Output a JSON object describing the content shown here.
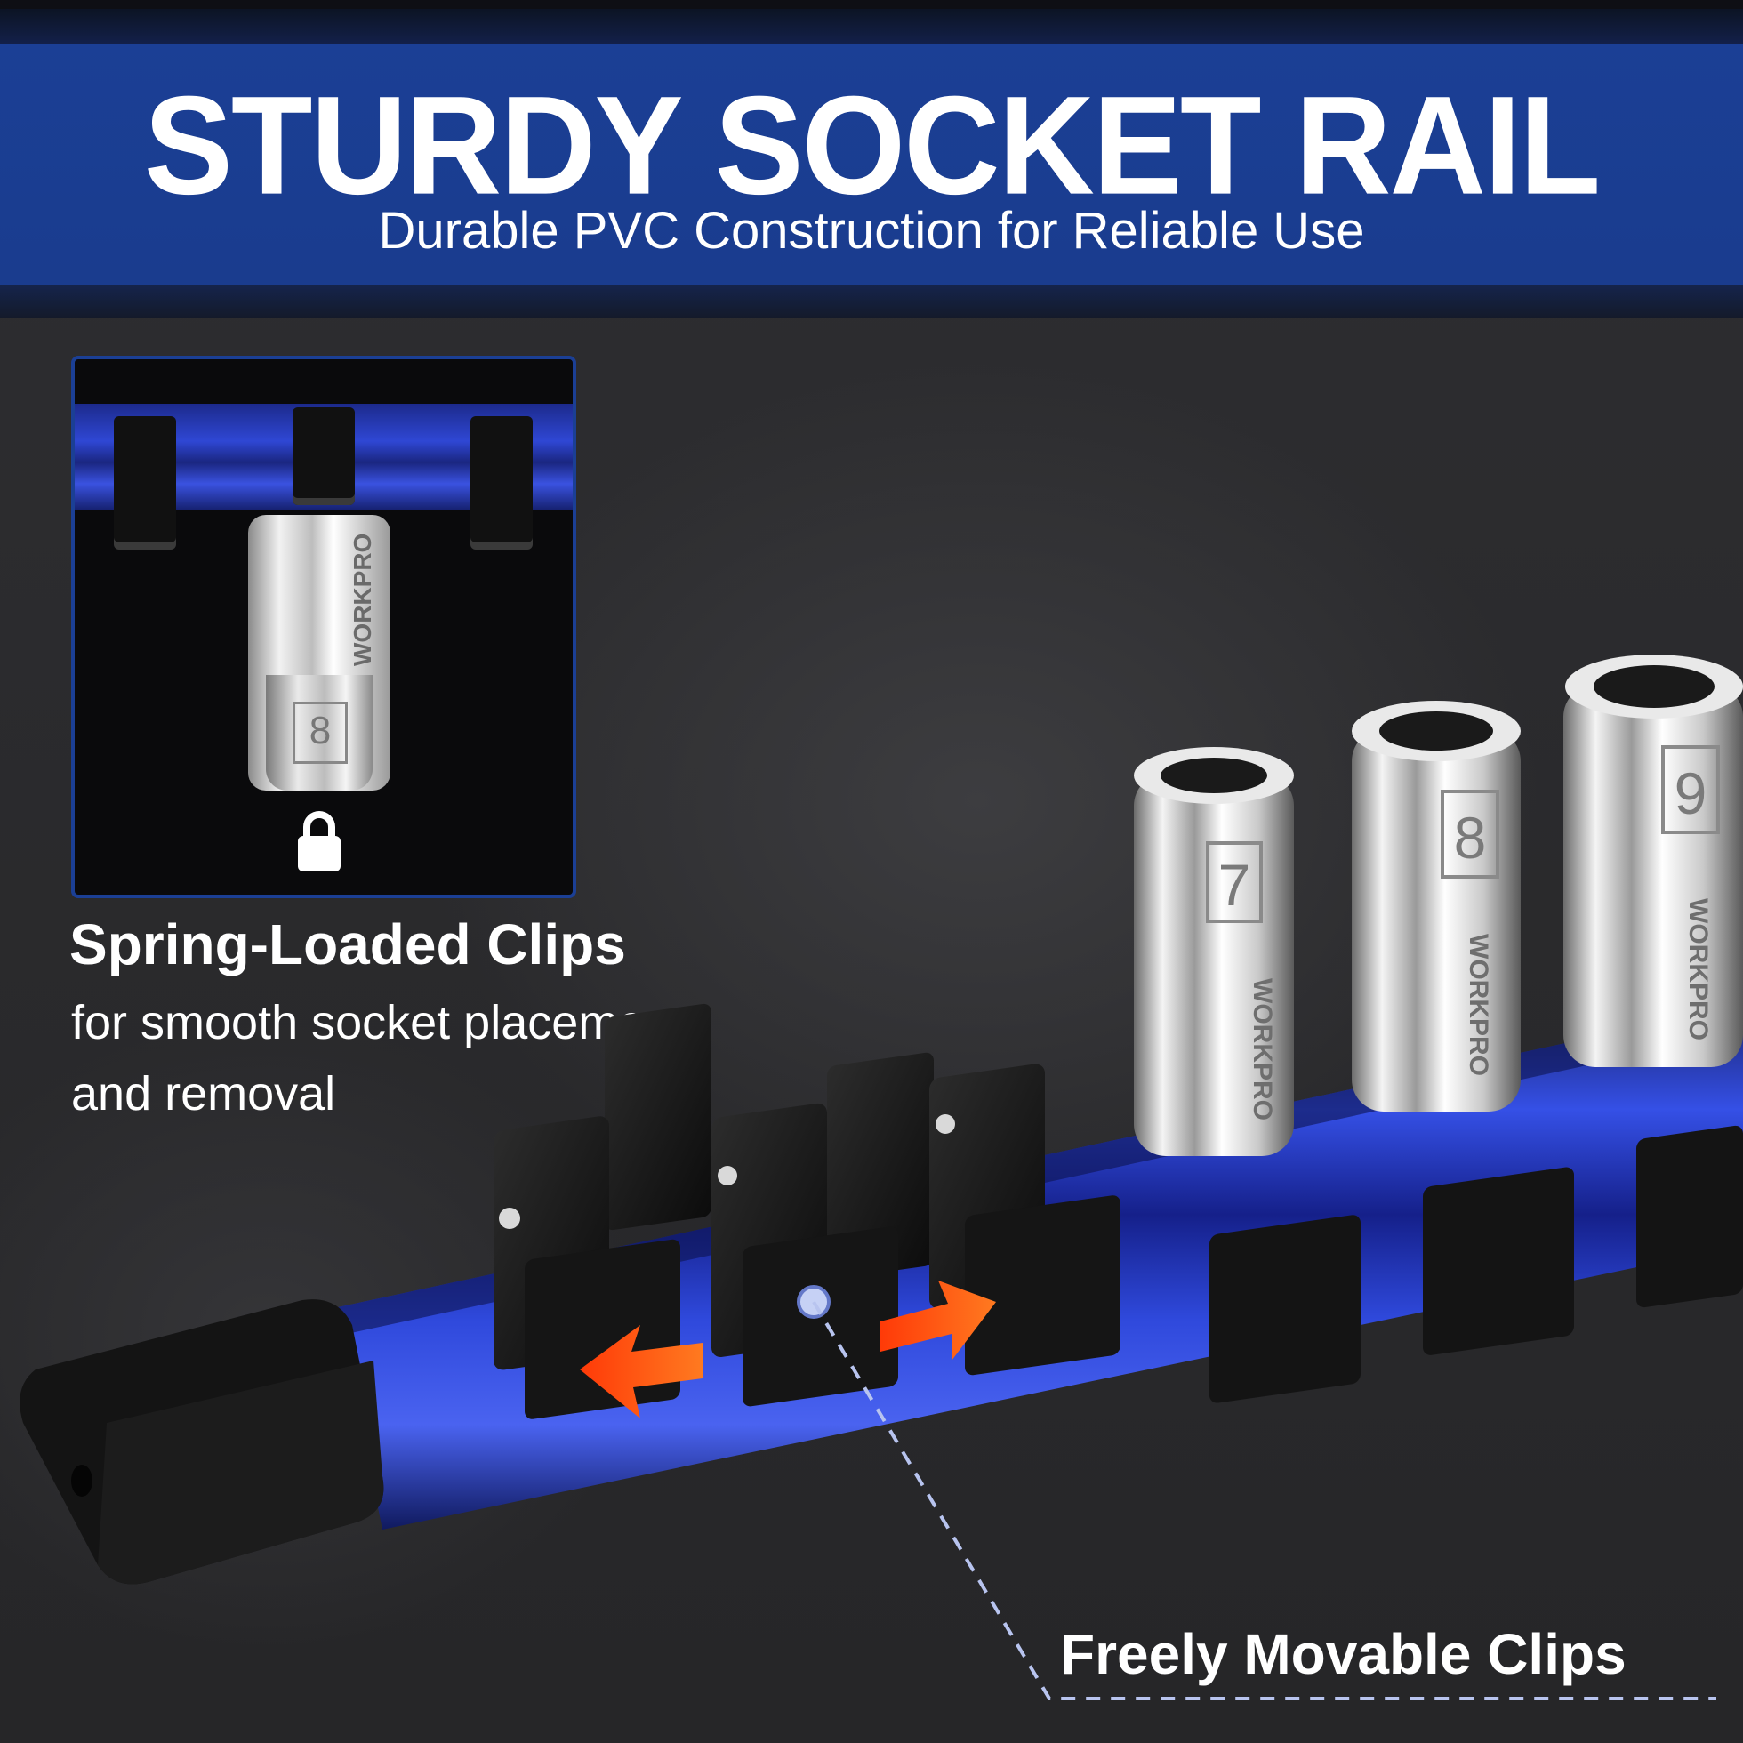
{
  "banner": {
    "title": "STURDY SOCKET RAIL",
    "subtitle": "Durable PVC Construction for Reliable Use"
  },
  "inset": {
    "brand": "WORKPRO",
    "socket_size": "8"
  },
  "features": {
    "spring_title": "Spring-Loaded Clips",
    "spring_line1": "for smooth socket placement",
    "spring_line2": "and removal",
    "movable_title": "Freely Movable Clips"
  },
  "sockets": [
    {
      "size": "7",
      "brand": "WORKPRO"
    },
    {
      "size": "8",
      "brand": "WORKPRO"
    },
    {
      "size": "9",
      "brand": "WORKPRO"
    }
  ],
  "colors": {
    "brand_blue": "#1b3f95",
    "rail_blue": "#2a3fd0",
    "arrow_orange": "#ff4a10",
    "callout_dash": "#b8c4ef"
  }
}
